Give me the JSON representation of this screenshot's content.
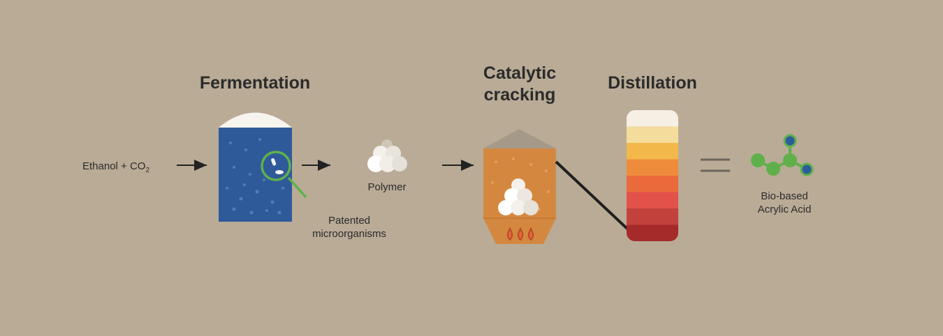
{
  "steps": {
    "fermentation": {
      "title": "Fermentation"
    },
    "catalytic": {
      "title_line1": "Catalytic",
      "title_line2": "cracking"
    },
    "distillation": {
      "title": "Distillation"
    }
  },
  "labels": {
    "input_main": "Ethanol + CO",
    "input_sub": "2",
    "polymer": "Polymer",
    "microorganisms_line1": "Patented",
    "microorganisms_line2": "microorganisms",
    "product_line1": "Bio-based",
    "product_line2": "Acrylic Acid"
  },
  "colors": {
    "background": "#b9ab96",
    "fermenter_blue": "#2f5a9a",
    "reactor_orange": "#d4883f",
    "molecule_green": "#5fb04b",
    "molecule_blue": "#2c5c9b"
  },
  "distillation_layers": [
    "#f6efe3",
    "#f4dc9c",
    "#f2b94a",
    "#ef8c3c",
    "#ea6a3c",
    "#e2524a",
    "#c3413c",
    "#a52a2a"
  ]
}
